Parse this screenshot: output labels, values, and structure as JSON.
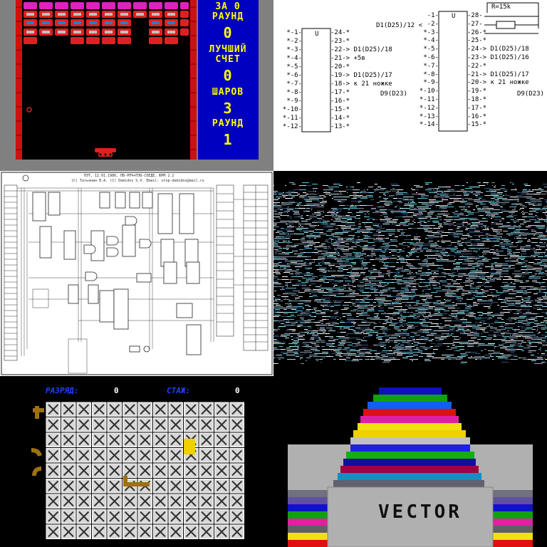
{
  "breakout": {
    "label_round_a": "ЗА 0",
    "label_round_b": "РАУНД",
    "value_round": "0",
    "label_best_a": "ЛУЧШИЙ",
    "label_best_b": "СЧЕТ",
    "value_best": "0",
    "label_balls": "ШАРОВ",
    "value_balls": "3",
    "label_level": "РАУНД",
    "value_level": "1"
  },
  "pinout": {
    "chip_label": "U",
    "left_chip": {
      "left_pins": [
        "*-1-",
        "*-2-",
        "*-3-",
        "*-4-",
        "*-5-",
        "*-6-",
        "*-7-",
        "*-8-",
        "*-9-",
        "*-10-",
        "*-11-",
        "*-12-"
      ],
      "right_pins": [
        "-24-*",
        "-23-*",
        "-22-> D1(D25)/18",
        "-21-> +5в",
        "-20-*",
        "-19-> D1(D25)/17",
        "-18-> к 21 ножке",
        "-17-*",
        "-16-*",
        "-15-*",
        "-14-*",
        "-13-*"
      ],
      "note": "D9(D23)"
    },
    "right_chip": {
      "resistor": "R=15k",
      "top_left": "D1(D25)/12 <",
      "left_pins": [
        "-1-",
        "-2-",
        "*-3-",
        "*-4-",
        "*-5-",
        "*-6-",
        "*-7-",
        "*-8-",
        "*-9-",
        "*-10-",
        "*-11-",
        "*-12-",
        "*-13-",
        "*-14-"
      ],
      "right_pins": [
        "-28-",
        "-27-",
        "-26-*",
        "-25-*",
        "-24-> D1(D25)/18",
        "-23-> D1(D25)/16",
        "-22-*",
        "-21-> D1(D25)/17",
        "-20-> к 21 ножке",
        "-19-*",
        "-18-*",
        "-17-*",
        "-16-*",
        "-15-*"
      ],
      "note": "D9(D23)"
    }
  },
  "schematic": {
    "title": "ПЭТ, 12.01.1986, ПВ-РПЧ+ПЭВ-СОЕДЕ, ЮРМ 2.2",
    "subtitle": "(С) Татьянин В.А. (С) Demidov S.V. Email: stop-demidov@mail.ru"
  },
  "pipes": {
    "label_level": "РАЗРЯД:",
    "value_level": "0",
    "label_stage": "СТАЖ:",
    "value_stage": "0"
  },
  "vector": {
    "title": "VECTOR"
  }
}
